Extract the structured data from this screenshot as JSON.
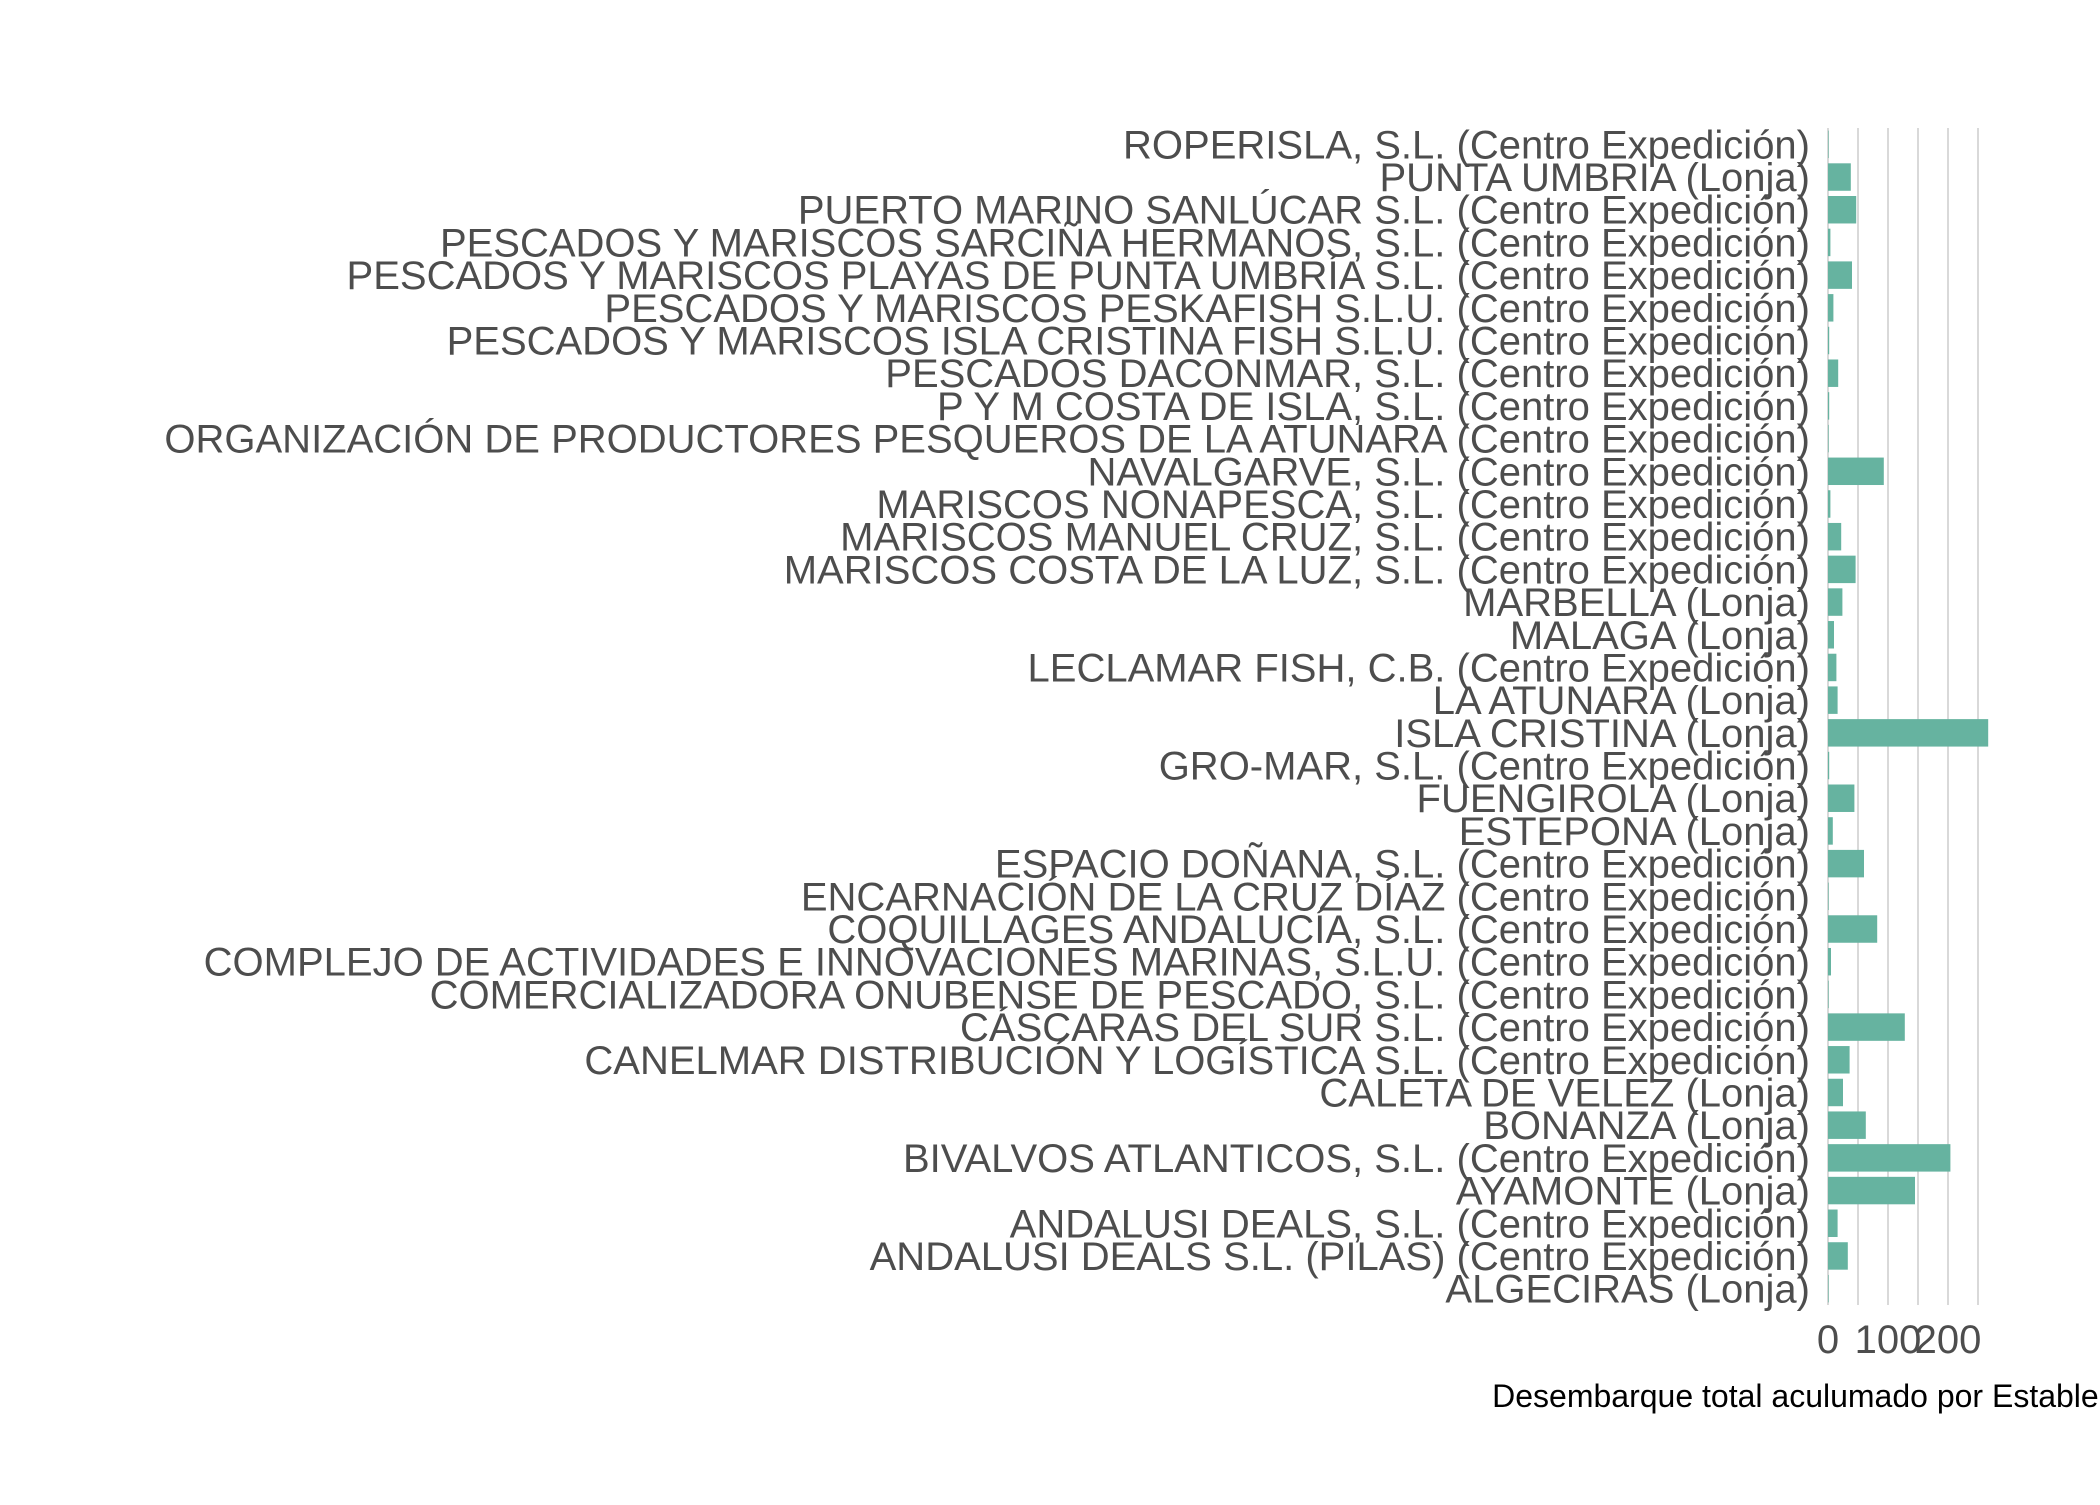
{
  "chart_data": {
    "type": "bar",
    "orientation": "horizontal",
    "xlabel": "Desembarque total aculumado por Establecimiento",
    "ylabel": "",
    "xlim": [
      0,
      270
    ],
    "xticks": [
      0,
      100,
      200
    ],
    "xtick_labels": [
      "0",
      "100",
      "200"
    ],
    "grid": true,
    "bar_color": "#66b3a0",
    "categories": [
      "ROPERISLA, S.L. (Centro Expedición)",
      "PUNTA UMBRIA (Lonja)",
      "PUERTO MARINO SANLÚCAR S.L. (Centro Expedición)",
      "PESCADOS Y MARISCOS SARCIÑA HERMANOS, S.L. (Centro Expedición)",
      "PESCADOS Y MARISCOS PLAYAS DE PUNTA UMBRÍA S.L. (Centro Expedición)",
      "PESCADOS Y MARISCOS PESKAFISH S.L.U. (Centro Expedición)",
      "PESCADOS Y MARISCOS ISLA CRISTINA FISH S.L.U. (Centro Expedición)",
      "PESCADOS DACONMAR, S.L. (Centro Expedición)",
      "P Y M COSTA DE ISLA, S.L. (Centro Expedición)",
      "ORGANIZACIÓN DE PRODUCTORES PESQUEROS DE LA ATUNARA (Centro Expedición)",
      "NAVALGARVE, S.L. (Centro Expedición)",
      "MARISCOS NONAPESCA, S.L. (Centro Expedición)",
      "MARISCOS MANUEL CRUZ, S.L. (Centro Expedición)",
      "MARISCOS COSTA DE LA LUZ, S.L. (Centro Expedición)",
      "MARBELLA (Lonja)",
      "MALAGA (Lonja)",
      "LECLAMAR FISH, C.B. (Centro Expedición)",
      "LA ATUNARA (Lonja)",
      "ISLA CRISTINA (Lonja)",
      "GRO-MAR, S.L. (Centro Expedición)",
      "FUENGIROLA (Lonja)",
      "ESTEPONA (Lonja)",
      "ESPACIO DOÑANA, S.L. (Centro Expedición)",
      "ENCARNACIÓN DE LA CRUZ DÍAZ (Centro Expedición)",
      "COQUILLAGES ANDALUCÍA, S.L. (Centro Expedición)",
      "COMPLEJO DE ACTIVIDADES E INNOVACIONES MARINAS, S.L.U. (Centro Expedición)",
      "COMERCIALIZADORA ONUBENSE DE PESCADO, S.L. (Centro Expedición)",
      "CÁSCARAS DEL SUR S.L. (Centro Expedición)",
      "CANELMAR DISTRIBUCIÓN Y LOGÍSTICA S.L. (Centro Expedición)",
      "CALETA DE VELEZ (Lonja)",
      "BONANZA (Lonja)",
      "BIVALVOS ATLANTICOS, S.L. (Centro Expedición)",
      "AYAMONTE (Lonja)",
      "ANDALUSI DEALS, S.L. (Centro Expedición)",
      "ANDALUSI DEALS S.L. (PILAS) (Centro Expedición)",
      "ALGECIRAS (Lonja)"
    ],
    "values": [
      1,
      38,
      47,
      4,
      40,
      9,
      2,
      17,
      2,
      1,
      93,
      4,
      22,
      46,
      24,
      10,
      14,
      16,
      267,
      2,
      44,
      8,
      60,
      1,
      82,
      5,
      1,
      128,
      36,
      25,
      63,
      204,
      145,
      16,
      33,
      1
    ]
  }
}
